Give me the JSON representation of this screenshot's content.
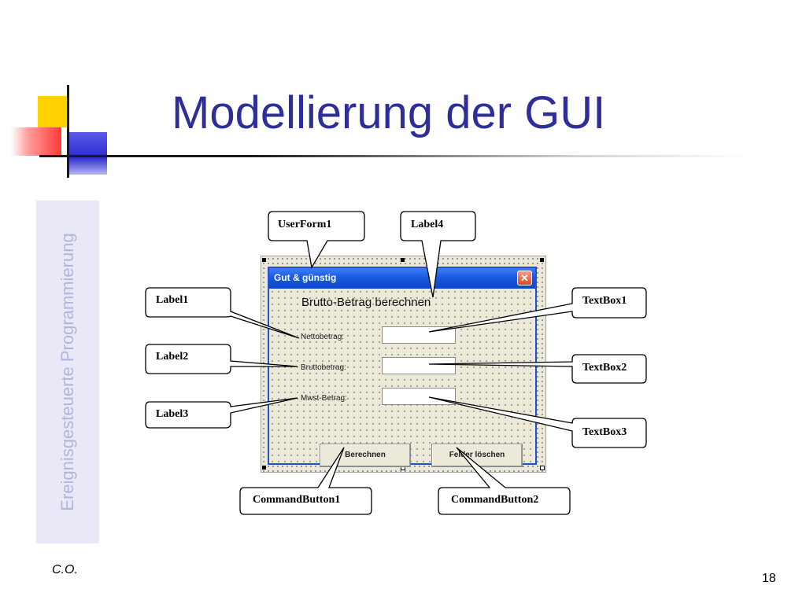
{
  "slide": {
    "title": "Modellierung der GUI",
    "side_label": "Ereignisgesteuerte Programmierung",
    "footer_left": "C.O.",
    "page_number": "18"
  },
  "form": {
    "title": "Gut & günstig",
    "heading": "Brutto-Betrag berechnen",
    "labels": [
      "Nettobetrag:",
      "Bruttobetrag:",
      "Mwst-Betrag:"
    ],
    "textboxes": [
      "",
      "",
      ""
    ],
    "buttons": [
      "Berechnen",
      "Felder löschen"
    ],
    "close_icon": "close-icon"
  },
  "callouts": {
    "userform": "UserForm1",
    "label4": "Label4",
    "label1": "Label1",
    "label2": "Label2",
    "label3": "Label3",
    "textbox1": "TextBox1",
    "textbox2": "TextBox2",
    "textbox3": "TextBox3",
    "commandbutton1": "CommandButton1",
    "commandbutton2": "CommandButton2"
  },
  "colors": {
    "title": "#2e2e9a",
    "titlebar": "#1a5ae0",
    "side_text": "#b4b4df"
  }
}
